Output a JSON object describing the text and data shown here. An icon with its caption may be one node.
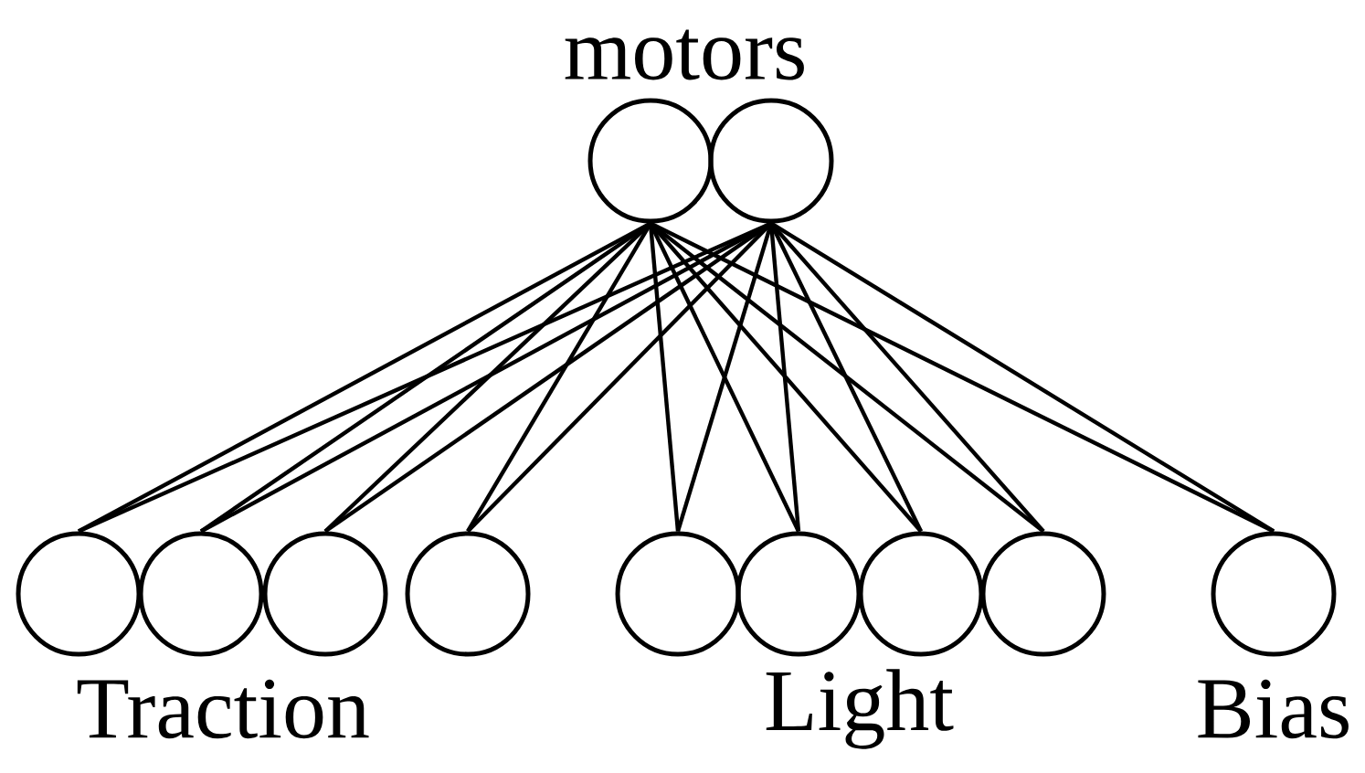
{
  "diagram": {
    "nodes": [
      {
        "text": [],
        "shape": "circle"
      },
      {
        "text": [],
        "shape": "circle"
      },
      {
        "text": [],
        "shape": "circle"
      },
      {
        "text": [],
        "shape": "circle"
      },
      {
        "text": [],
        "shape": "circle"
      },
      {
        "text": [],
        "shape": "circle"
      },
      {
        "text": [],
        "shape": "circle"
      },
      {
        "text": [],
        "shape": "circle"
      },
      {
        "text": [],
        "shape": "circle"
      },
      {
        "text": [],
        "shape": "circle"
      },
      {
        "text": [],
        "shape": "circle"
      }
    ],
    "edges": [
      {
        "from": 0,
        "to": 2,
        "arrow": "none"
      },
      {
        "from": 0,
        "to": 3,
        "arrow": "none"
      },
      {
        "from": 0,
        "to": 4,
        "arrow": "none"
      },
      {
        "from": 0,
        "to": 5,
        "arrow": "none"
      },
      {
        "from": 0,
        "to": 6,
        "arrow": "none"
      },
      {
        "from": 0,
        "to": 7,
        "arrow": "none"
      },
      {
        "from": 0,
        "to": 8,
        "arrow": "none"
      },
      {
        "from": 0,
        "to": 9,
        "arrow": "none"
      },
      {
        "from": 0,
        "to": 10,
        "arrow": "none"
      },
      {
        "from": 1,
        "to": 2,
        "arrow": "none"
      },
      {
        "from": 1,
        "to": 3,
        "arrow": "none"
      },
      {
        "from": 1,
        "to": 4,
        "arrow": "none"
      },
      {
        "from": 1,
        "to": 5,
        "arrow": "none"
      },
      {
        "from": 1,
        "to": 6,
        "arrow": "none"
      },
      {
        "from": 1,
        "to": 7,
        "arrow": "none"
      },
      {
        "from": 1,
        "to": 8,
        "arrow": "none"
      },
      {
        "from": 1,
        "to": 9,
        "arrow": "none"
      },
      {
        "from": 1,
        "to": 10,
        "arrow": "none"
      }
    ],
    "labels": [
      "motors",
      "Traction",
      "Light",
      "Bias"
    ]
  }
}
